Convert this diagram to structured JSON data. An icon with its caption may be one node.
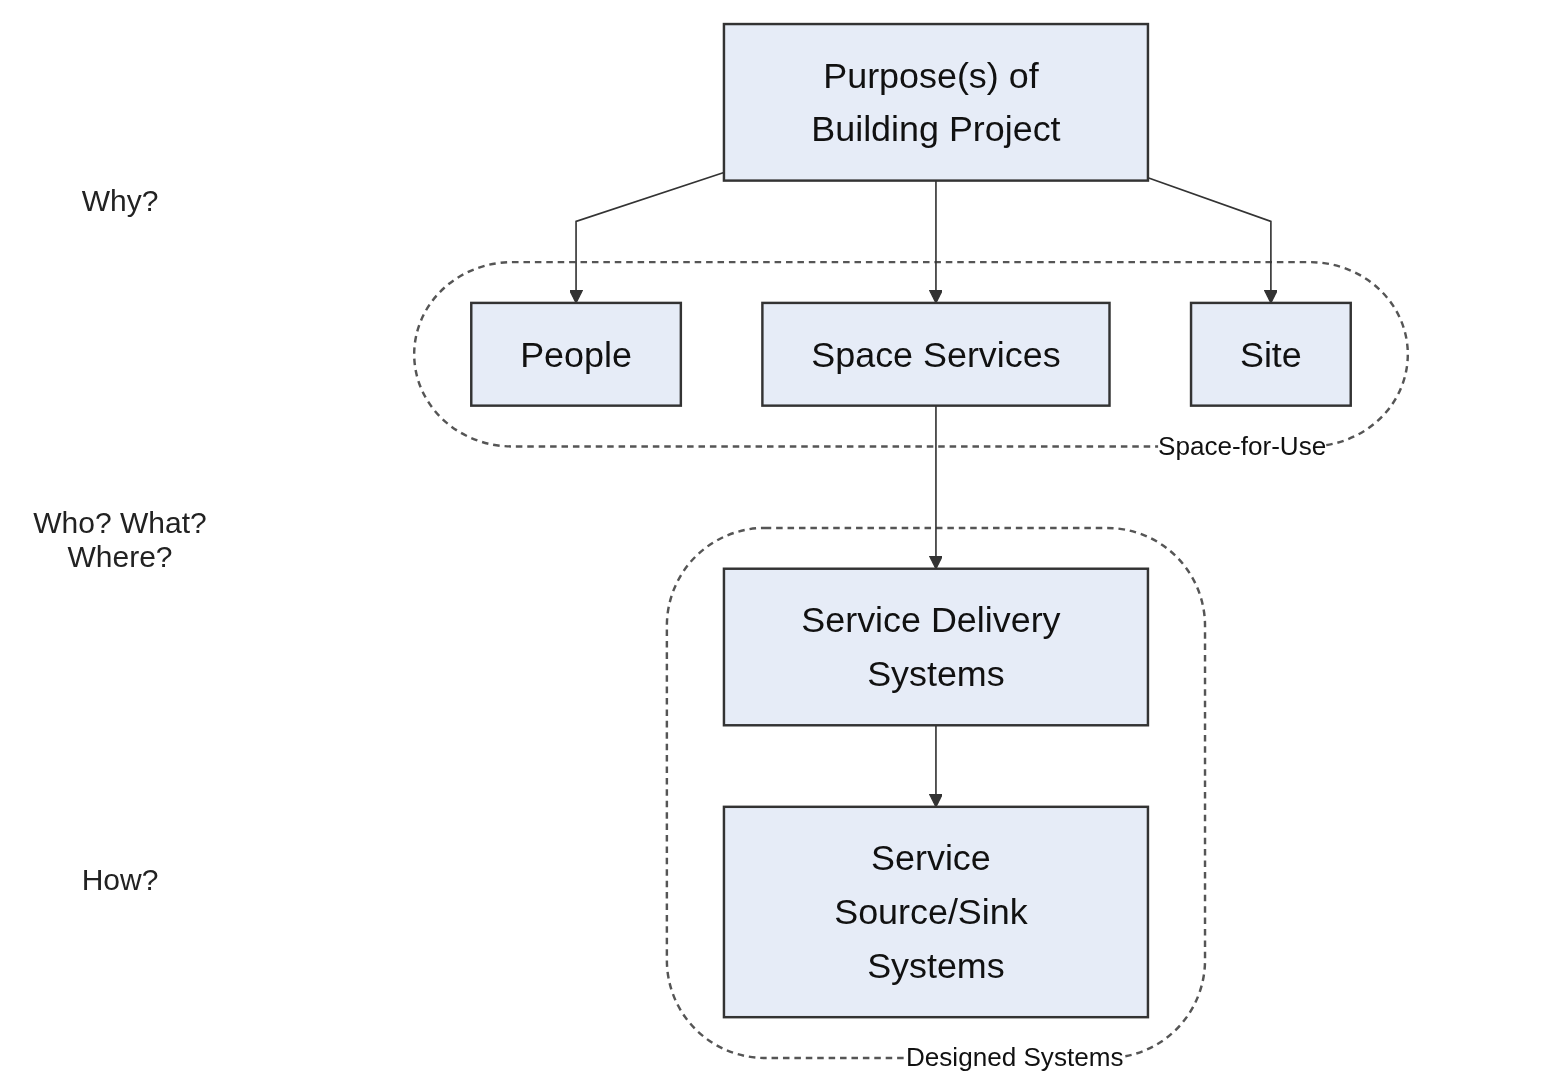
{
  "diagram": {
    "nodes": [
      {
        "text": [
          "Purpose(s) of Building Project"
        ]
      },
      {
        "text": [
          "Space-for-Use"
        ]
      },
      {
        "text": [
          "People"
        ],
        "in": 1
      },
      {
        "text": [
          "Space Services"
        ],
        "in": 1
      },
      {
        "text": [
          "Site"
        ],
        "in": 1
      },
      {
        "text": [
          "Designed Systems"
        ]
      },
      {
        "text": [
          "Service Delivery Systems"
        ],
        "in": 5
      },
      {
        "text": [
          "Service Source/Sink Systems"
        ],
        "in": 5
      }
    ],
    "edges": [
      {
        "from": 0,
        "to": 2,
        "arrow": "to"
      },
      {
        "from": 0,
        "to": 3,
        "arrow": "to"
      },
      {
        "from": 0,
        "to": 4,
        "arrow": "to"
      },
      {
        "from": 3,
        "to": 6,
        "arrow": "to"
      },
      {
        "from": 6,
        "to": 7,
        "arrow": "to"
      }
    ],
    "labels": [
      "Why?",
      "Who? What? Where?",
      "How?"
    ]
  }
}
